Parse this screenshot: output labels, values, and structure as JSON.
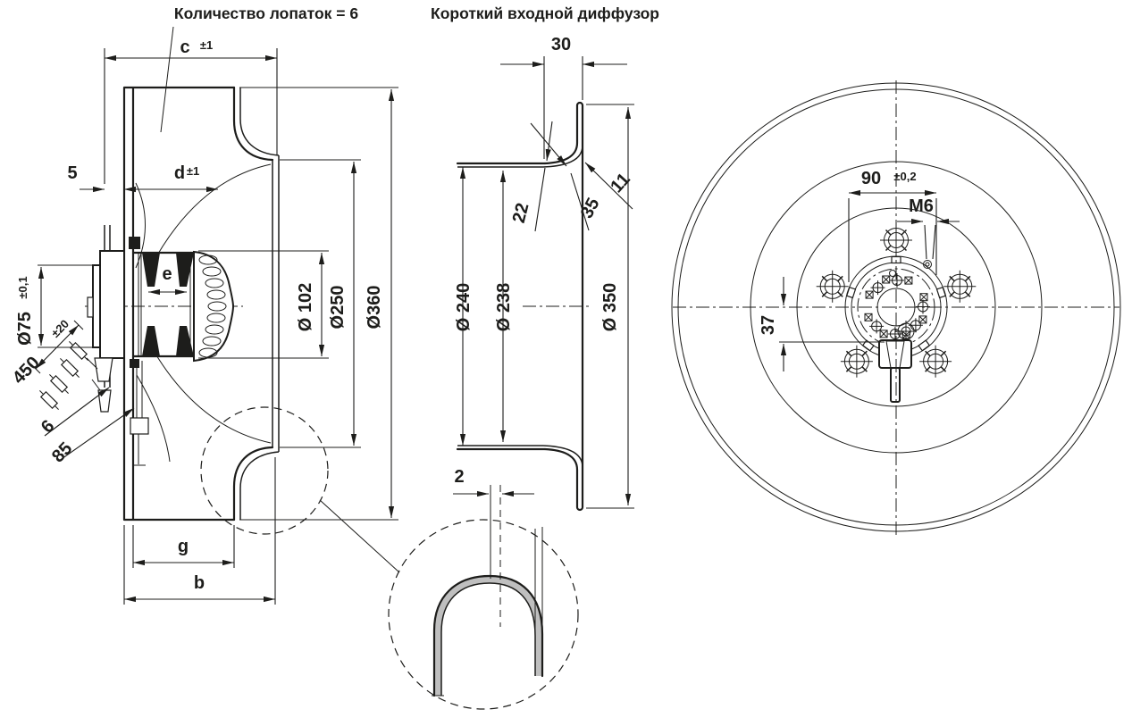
{
  "titles": {
    "blade_count": "Количество лопаток = 6",
    "diffuser": "Короткий входной диффузор"
  },
  "side_view": {
    "dims": {
      "c": "c",
      "c_tol": "±1",
      "gap": "5",
      "d": "d",
      "d_tol": "±1",
      "dia75": "Ø75",
      "dia75_tol": "±0,1",
      "e": "e",
      "cable_len": "450",
      "cable_len_tol": "±20",
      "wire_count": "6",
      "cable_offset": "85",
      "g": "g",
      "b": "b",
      "dia102": "Ø 102",
      "dia250": "Ø250",
      "dia360": "Ø360"
    }
  },
  "diffuser_view": {
    "dims": {
      "depth": "30",
      "lip": "11",
      "radius_outer": "35",
      "radius_inner": "22",
      "dia240": "Ø 240",
      "dia238": "Ø 238",
      "dia350": "Ø 350"
    }
  },
  "detail_view": {
    "dims": {
      "sheet_thickness": "2"
    }
  },
  "front_view": {
    "dims": {
      "bolt_circle": "90",
      "bolt_circle_tol": "±0,2",
      "thread": "M6",
      "cable_offset": "37"
    }
  },
  "colors": {
    "line_color": "#1d1d1b",
    "background": "#ffffff"
  }
}
